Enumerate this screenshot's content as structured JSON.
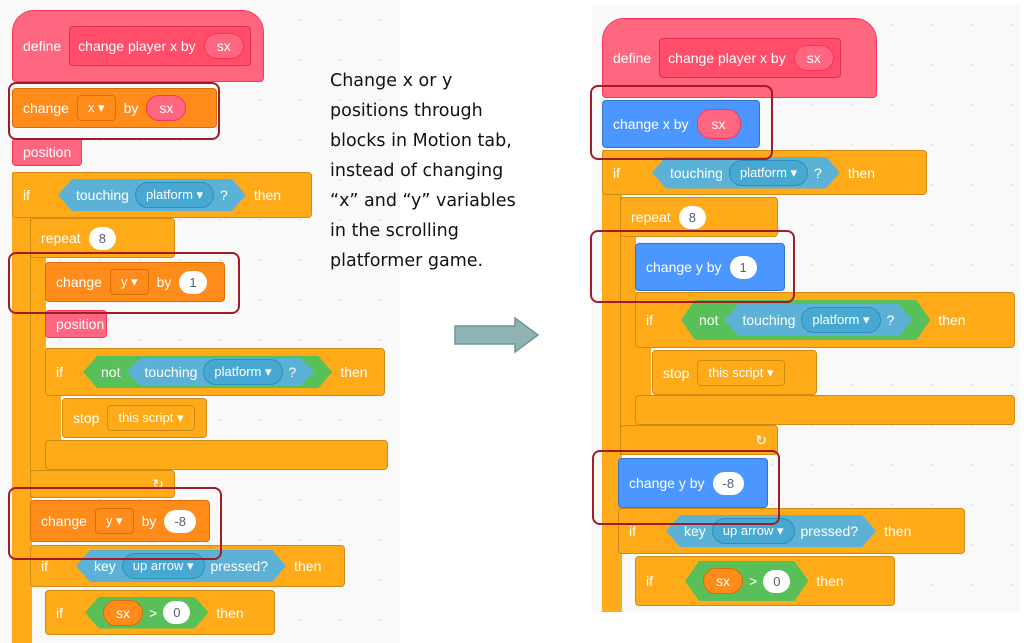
{
  "note": {
    "lines": [
      "Change x or y",
      "positions through",
      "blocks in Motion tab,",
      "instead of changing",
      "“x” and “y” variables",
      "in the scrolling",
      "platformer game."
    ]
  },
  "left": {
    "define": "define",
    "proc_name": "change player x by",
    "param": "sx",
    "change": "change",
    "by": "by",
    "x": "x",
    "y": "y",
    "position": "position",
    "if": "if",
    "then": "then",
    "touching": "touching",
    "platform": "platform",
    "q": "?",
    "repeat": "repeat",
    "repeat_n": "8",
    "one": "1",
    "not": "not",
    "stop": "stop",
    "this_script": "this script",
    "neg8": "-8",
    "key": "key",
    "up_arrow": "up arrow",
    "pressed": "pressed?",
    "gt": ">",
    "zero": "0"
  },
  "right": {
    "define": "define",
    "proc_name": "change player x by",
    "param": "sx",
    "change_x_by": "change x by",
    "change_y_by": "change y by",
    "if": "if",
    "then": "then",
    "touching": "touching",
    "platform": "platform",
    "q": "?",
    "repeat": "repeat",
    "repeat_n": "8",
    "one": "1",
    "not": "not",
    "stop": "stop",
    "this_script": "this script",
    "neg8": "-8",
    "key": "key",
    "up_arrow": "up arrow",
    "pressed": "pressed?",
    "gt": ">",
    "zero": "0"
  },
  "colors": {
    "control": "#ffab19",
    "variables": "#ff8c1a",
    "motion": "#4c97ff",
    "my_blocks": "#ff6680",
    "sensing": "#5cb1d6",
    "operators": "#59c059",
    "highlight": "#a01c28",
    "arrow": "#8fb3b3"
  }
}
